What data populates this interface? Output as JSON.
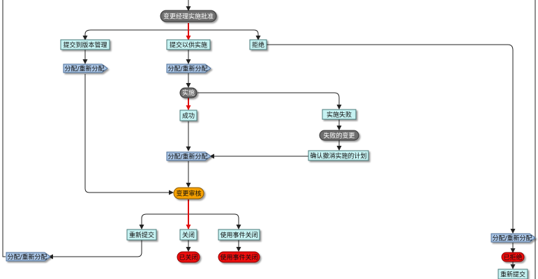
{
  "diagram": {
    "decision_approval": "变更经理实施批准",
    "submit_version_mgmt": "提交到版本管理",
    "submit_for_impl": "提交以供实施",
    "reject": "拒绝",
    "assign_left": "分配/重新分配",
    "assign_mid": "分配/重新分配",
    "implement": "实施",
    "success": "成功",
    "impl_failed": "实施失败",
    "failed_change": "失败的变更",
    "confirm_plan": "确认撤消实施的计划",
    "assign_mid2": "分配/重新分配",
    "change_review": "变更审核",
    "resubmit": "重新提交",
    "close": "关闭",
    "use_event_close": "使用事件关闭",
    "closed": "已关闭",
    "closed_by_event": "使用事件关闭",
    "assign_bottom_left": "分配/重新分配",
    "assign_right": "分配/重新分配",
    "rejected": "已拒绝",
    "resubmit_right": "重新提交"
  },
  "colors": {
    "task_fill": "#c6f2f2",
    "task_stroke": "#4a7a7a",
    "flag_fill": "#a9c4e4",
    "flag_stroke": "#4d6f9a",
    "gray_fill": "#6e6e6e",
    "orange_fill": "#f5a000",
    "red_fill": "#ee1111",
    "highlight_arrow": "#e01010"
  }
}
